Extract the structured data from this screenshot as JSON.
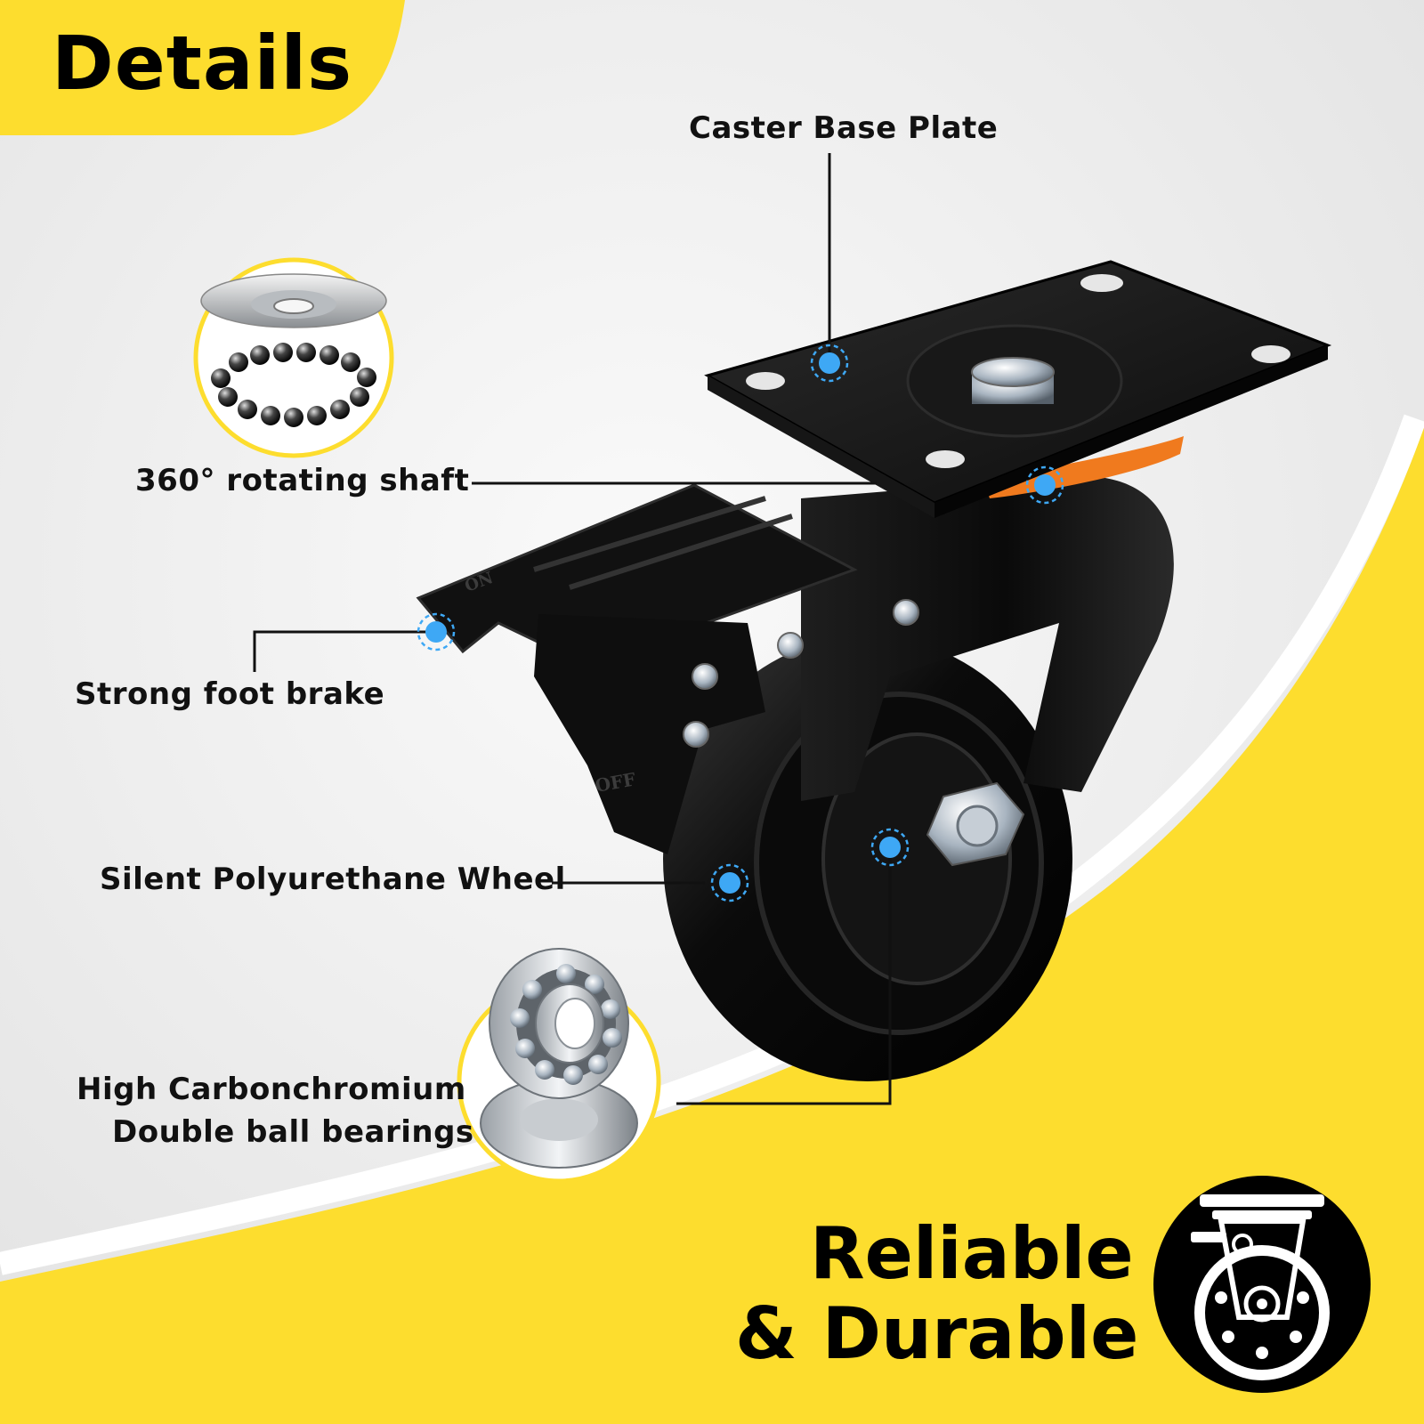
{
  "heading": "Details",
  "labels": {
    "base_plate": "Caster Base Plate",
    "rotating_shaft": "360° rotating shaft",
    "foot_brake": "Strong foot brake",
    "wheel": "Silent Polyurethane Wheel",
    "bearings_line1": "High Carbonchromium",
    "bearings_line2": "Double ball bearings"
  },
  "tagline": {
    "line1": "Reliable",
    "line2": "& Durable"
  },
  "brake_markings": {
    "off": "OFF",
    "on": "ON"
  },
  "colors": {
    "accent_yellow": "#FDDD2E",
    "marker_blue": "#3EA8F5",
    "background": "#EDEDED",
    "caster_black": "#111111",
    "swivel_ring_orange": "#F07A1E"
  }
}
